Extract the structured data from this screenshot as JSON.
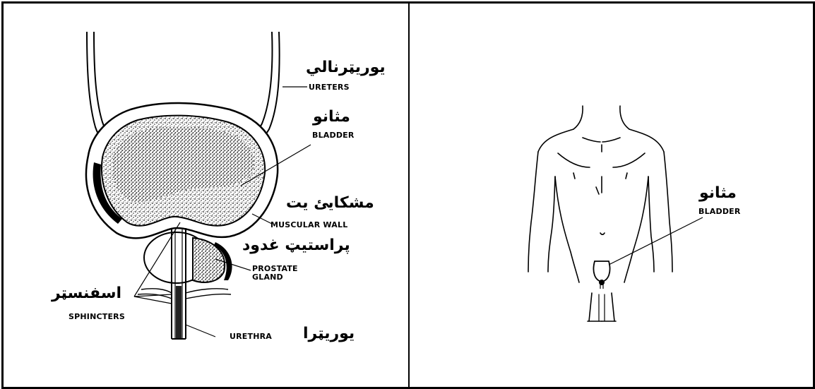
{
  "left_panel": {
    "labels": {
      "ureters_en": "URETERS",
      "ureters_ps": "یوریټرنالي",
      "bladder_en": "BLADDER",
      "bladder_ps": "مثانو",
      "muscular_wall_en": "MUSCULAR WALL",
      "muscular_wall_ps": "مشکايئ يت",
      "prostate_en_line1": "PROSTATE",
      "prostate_en_line2": "GLAND",
      "prostate_ps": "پراستيټ غدود",
      "sphincters_en": "SPHINCTERS",
      "sphincters_ps": "اسفنسټر",
      "urethra_en": "URETHRA",
      "urethra_ps": "یوریټرا"
    }
  },
  "right_panel": {
    "labels": {
      "bladder_en": "BLADDER",
      "bladder_ps": "مثانو"
    }
  },
  "colors": {
    "ink": "#000000",
    "paper": "#ffffff",
    "stipple": "#333333"
  }
}
